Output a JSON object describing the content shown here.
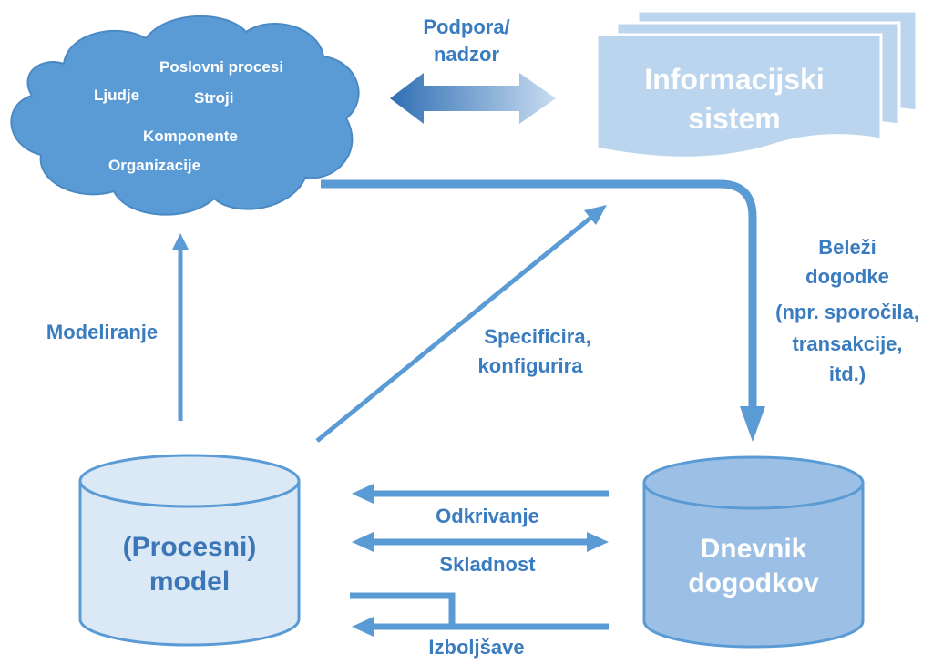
{
  "colors": {
    "primary": "#5b9bd5",
    "label": "#3a7cc0",
    "cloud_fill": "#5b9bd5",
    "model_fill": "#dbe8f5",
    "log_fill": "#9cc0e5",
    "doc_fill": "#bcd5ee"
  },
  "cloud": {
    "items": [
      "Poslovni procesi",
      "Ljudje",
      "Stroji",
      "Komponente",
      "Organizacije"
    ]
  },
  "support": {
    "line1": "Podpora/",
    "line2": "nadzor"
  },
  "info_system": {
    "line1": "Informacijski",
    "line2": "sistem"
  },
  "records": {
    "lines": [
      "Beleži",
      "dogodke",
      "(npr. sporočila,",
      "transakcije,",
      "itd.)"
    ]
  },
  "modeling": {
    "label": "Modeliranje"
  },
  "specifies": {
    "line1": "Specificira,",
    "line2": "konfigurira"
  },
  "process_model": {
    "line1": "(Procesni)",
    "line2": "model"
  },
  "event_log": {
    "line1": "Dnevnik",
    "line2": "dogodkov"
  },
  "flows": {
    "discovery": "Odkrivanje",
    "conformance": "Skladnost",
    "enhancement": "Izboljšave"
  }
}
